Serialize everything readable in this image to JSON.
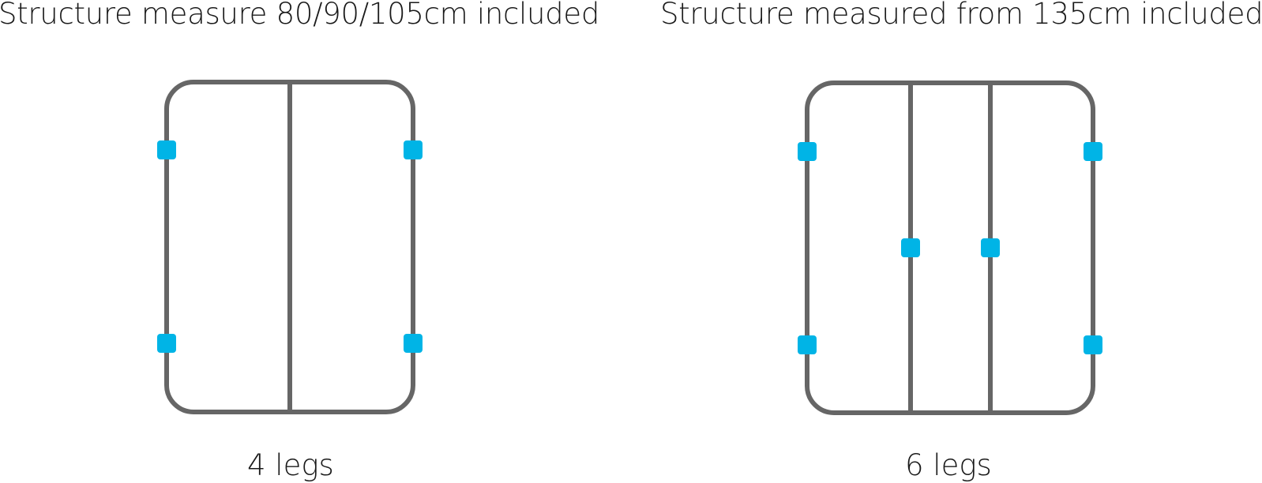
{
  "diagrams": [
    {
      "title": "Structure measure 80/90/105cm included",
      "caption": "4 legs",
      "legs": 4
    },
    {
      "title": "Structure measured from 135cm included",
      "caption": "6 legs",
      "legs": 6
    }
  ],
  "colors": {
    "frame": "#666666",
    "leg": "#00b4e6",
    "background": "#ffffff"
  }
}
